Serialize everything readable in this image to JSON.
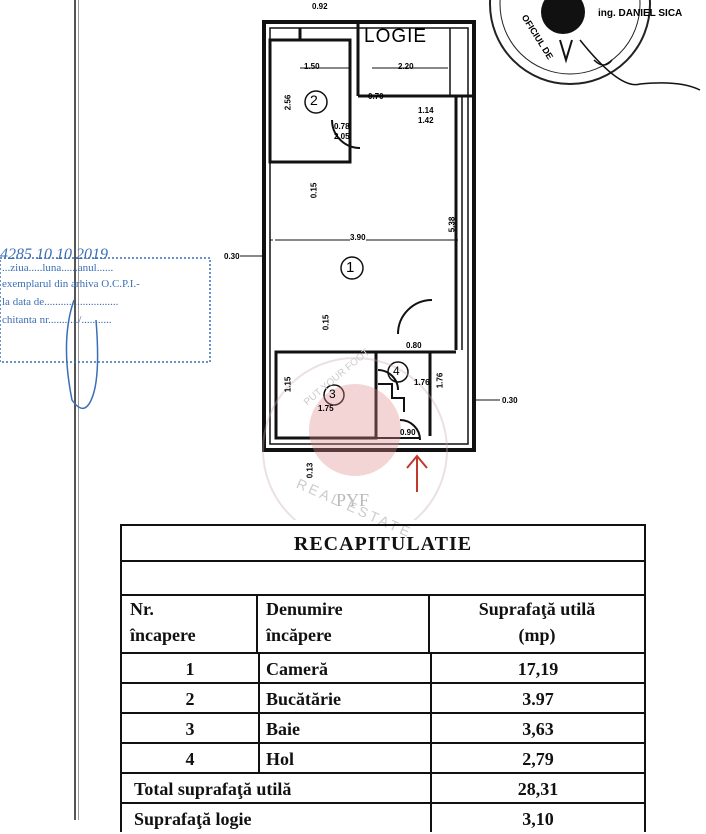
{
  "plan": {
    "logie_label": "LOGIE",
    "room_numbers": [
      "1",
      "2",
      "3",
      "4"
    ],
    "dimensions": {
      "top_a": "0.92",
      "kitchen_w": "1.50",
      "logie_w": "2.20",
      "kitchen_h": "2.56",
      "door_a": "0.78",
      "door_b": "2.05",
      "door_c": "0.70",
      "door_d": "1.14",
      "door_e": "1.42",
      "room_w": "3.90",
      "room_h": "5.38",
      "left_off": "0.30",
      "mid_a": "0.15",
      "mid_b": "0.15",
      "hall_a": "0.80",
      "hall_b": "1.76",
      "hall_c": "1.76",
      "bath_h": "1.15",
      "bath_w": "1.75",
      "right_off": "0.30",
      "entry": "0.90",
      "bottom_a": "0.13"
    }
  },
  "seal": {
    "name": "ing. DANIEL SICA",
    "arc": "OFICIUL DE"
  },
  "archive_stamp": {
    "line1": "...ziua.....luna......anul......",
    "line2": "exemplarul din arhiva O.C.P.I.-",
    "line3": "la data de...........................",
    "line4": "chitanta nr.........../...........",
    "handwritten": "4285 10 10 2019"
  },
  "watermark": {
    "brand": "PYF",
    "arc_top": "PUT YOUR FOOT",
    "arc_bottom": "REAL ESTATE"
  },
  "recap": {
    "title": "RECAPITULATIE",
    "headers": {
      "nr": "Nr.\nîncapere",
      "name": "Denumire\nîncăpere",
      "area": "Suprafaţă utilă\n(mp)"
    },
    "rows": [
      {
        "nr": "1",
        "name": "Cameră",
        "area": "17,19"
      },
      {
        "nr": "2",
        "name": "Bucătărie",
        "area": "3.97"
      },
      {
        "nr": "3",
        "name": "Baie",
        "area": "3,63"
      },
      {
        "nr": "4",
        "name": "Hol",
        "area": "2,79"
      }
    ],
    "total_label": "Total suprafaţă utilă",
    "total_value": "28,31",
    "logie_label": "Suprafaţă logie",
    "logie_value": "3,10"
  }
}
